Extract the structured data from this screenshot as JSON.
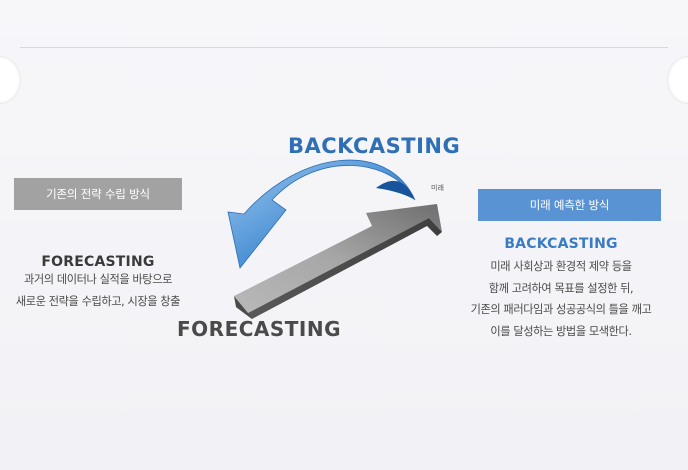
{
  "diagram": {
    "top_label": "BACKCASTING",
    "bottom_label": "FORECASTING",
    "future_label": "미래"
  },
  "left_panel": {
    "badge": "기존의 전략 수립 방식",
    "title": "FORECASTING",
    "lines": [
      "과거의 데이터나 실적을 바탕으로",
      "새로운 전략을 수립하고, 시장을 창출"
    ]
  },
  "right_panel": {
    "badge": "미래 예측한 방식",
    "title": "BACKCASTING",
    "lines": [
      "미래 사회상과 환경적 제약 등을",
      "함께 고려하여 목표를 설정한 뒤,",
      "기존의 패러다임과 성공공식의 틀을 깨고",
      "이를 달성하는 방법을 모색한다."
    ]
  },
  "colors": {
    "accent_blue": "#3a7cc4",
    "badge_gray": "#a2a2a2",
    "badge_blue": "#5a93d3",
    "arrow_gray": "#8f8f8f"
  }
}
